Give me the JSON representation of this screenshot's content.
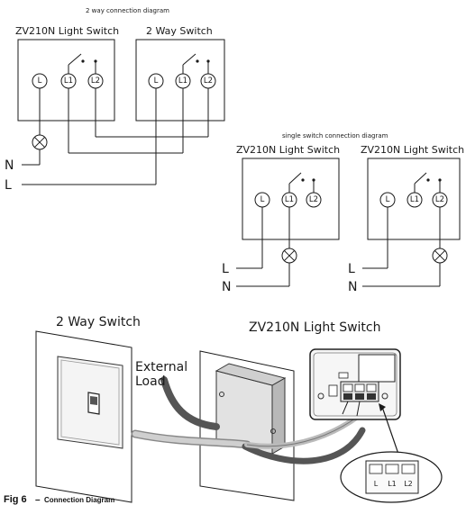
{
  "two_way_diagram": {
    "title": "2 way connection diagram",
    "left_switch_label": "ZV210N Light Switch",
    "right_switch_label": "2 Way Switch",
    "terminals": [
      "L",
      "L1",
      "L2"
    ],
    "neutral_label": "N",
    "live_label": "L"
  },
  "single_diagram": {
    "title": "single switch connection diagram",
    "left_switch_label": "ZV210N Light Switch",
    "right_switch_label": "ZV210N Light Switch",
    "terminals": [
      "L",
      "L1",
      "L2"
    ],
    "live_label": "L",
    "neutral_label": "N"
  },
  "illustration": {
    "left_title": "2 Way Switch",
    "right_title": "ZV210N Light Switch",
    "external_load_line1": "External",
    "external_load_line2": "Load",
    "connector_terminals": [
      "L",
      "L1",
      "L2"
    ]
  },
  "caption": {
    "fig": "Fig 6",
    "dash": "–",
    "text": "Connection Diagram"
  }
}
